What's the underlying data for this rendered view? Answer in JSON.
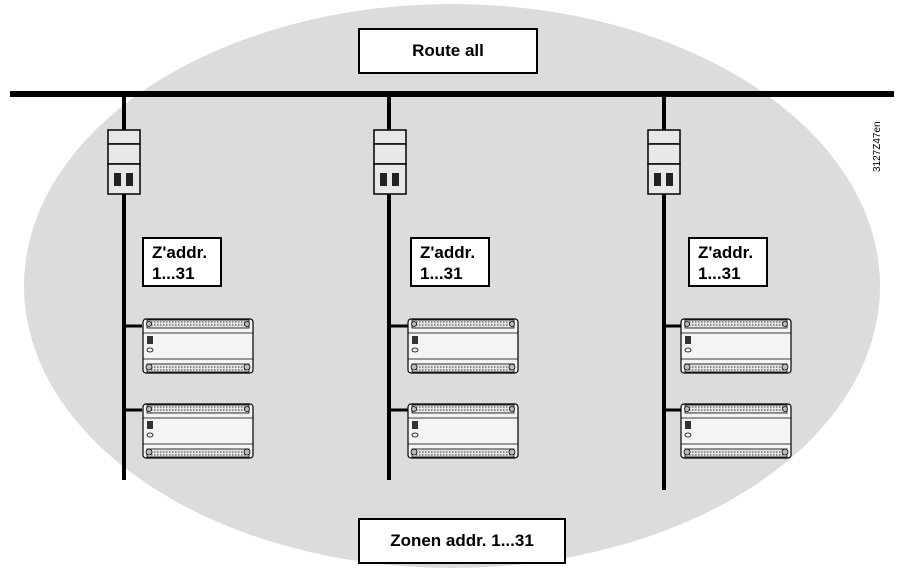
{
  "route_label": "Route all",
  "zone_label": "Zonen addr. 1...31",
  "doc_code": "3127Z47en",
  "segments": [
    {
      "zaddr_line1": "Z'addr.",
      "zaddr_line2": "1...31"
    },
    {
      "zaddr_line1": "Z'addr.",
      "zaddr_line2": "1...31"
    },
    {
      "zaddr_line1": "Z'addr.",
      "zaddr_line2": "1...31"
    }
  ],
  "colors": {
    "zone_fill": "#dcdcdc",
    "bus": "#000000",
    "device_fill": "#f4f4f4"
  },
  "icons": [
    "router-icon",
    "controller-icon"
  ]
}
